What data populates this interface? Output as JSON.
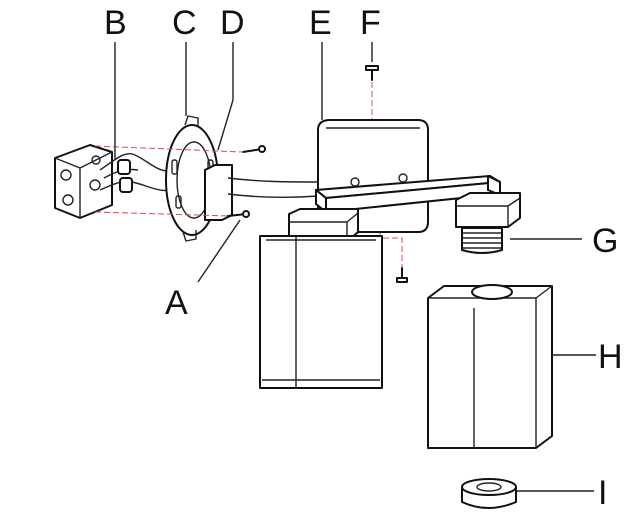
{
  "labels": {
    "a": "A",
    "b": "B",
    "c": "C",
    "d": "D",
    "e": "E",
    "f": "F",
    "g": "G",
    "h": "H",
    "i": "I"
  },
  "colors": {
    "line": "#111111",
    "guide": "#e04848"
  }
}
